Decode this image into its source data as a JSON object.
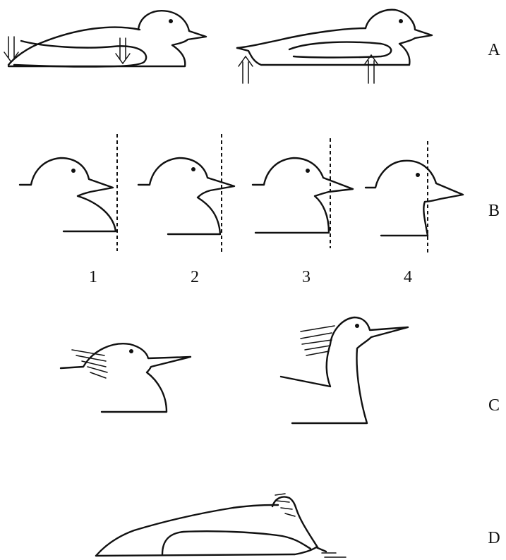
{
  "row_labels": {
    "a": "A",
    "b": "B",
    "c": "C",
    "d": "D"
  },
  "panel_b_numbers": [
    "1",
    "2",
    "3",
    "4"
  ]
}
